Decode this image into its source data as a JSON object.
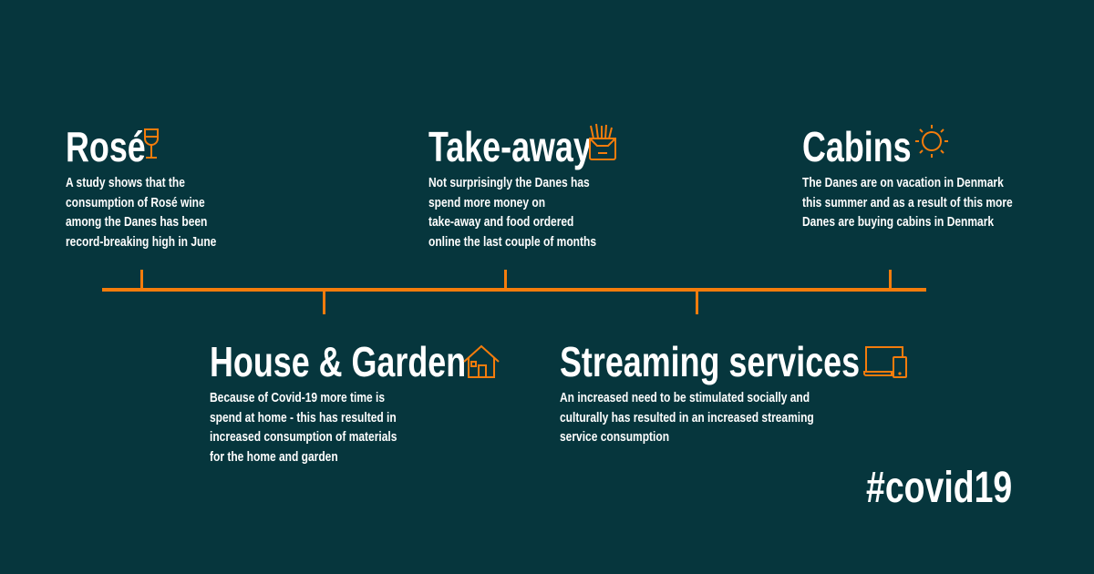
{
  "accent_color": "#f47c0c",
  "background_color": "#06363d",
  "events": [
    {
      "title": "Rosé",
      "icon": "wine-glass-icon",
      "lines": [
        "A study shows that the",
        "consumption of Rosé wine",
        "among the Danes has been",
        "record-breaking high in June"
      ]
    },
    {
      "title": "House & Garden",
      "icon": "house-icon",
      "lines": [
        "Because of Covid-19 more time is",
        "spend at home - this has resulted in",
        "increased consumption of materials",
        "for the home and garden"
      ]
    },
    {
      "title": "Take-away",
      "icon": "fries-icon",
      "lines": [
        "Not surprisingly the Danes has",
        "spend more money on",
        "take-away and food ordered",
        "online the last couple of months"
      ]
    },
    {
      "title": "Streaming services",
      "icon": "devices-icon",
      "lines": [
        "An increased need to be stimulated socially and",
        "culturally has resulted in an increased streaming",
        "service consumption"
      ]
    },
    {
      "title": "Cabins",
      "icon": "sun-icon",
      "lines": [
        "The Danes are on vacation in Denmark",
        "this summer and as a result of this more",
        "Danes are buying cabins in Denmark"
      ]
    }
  ],
  "hashtag": "#covid19"
}
